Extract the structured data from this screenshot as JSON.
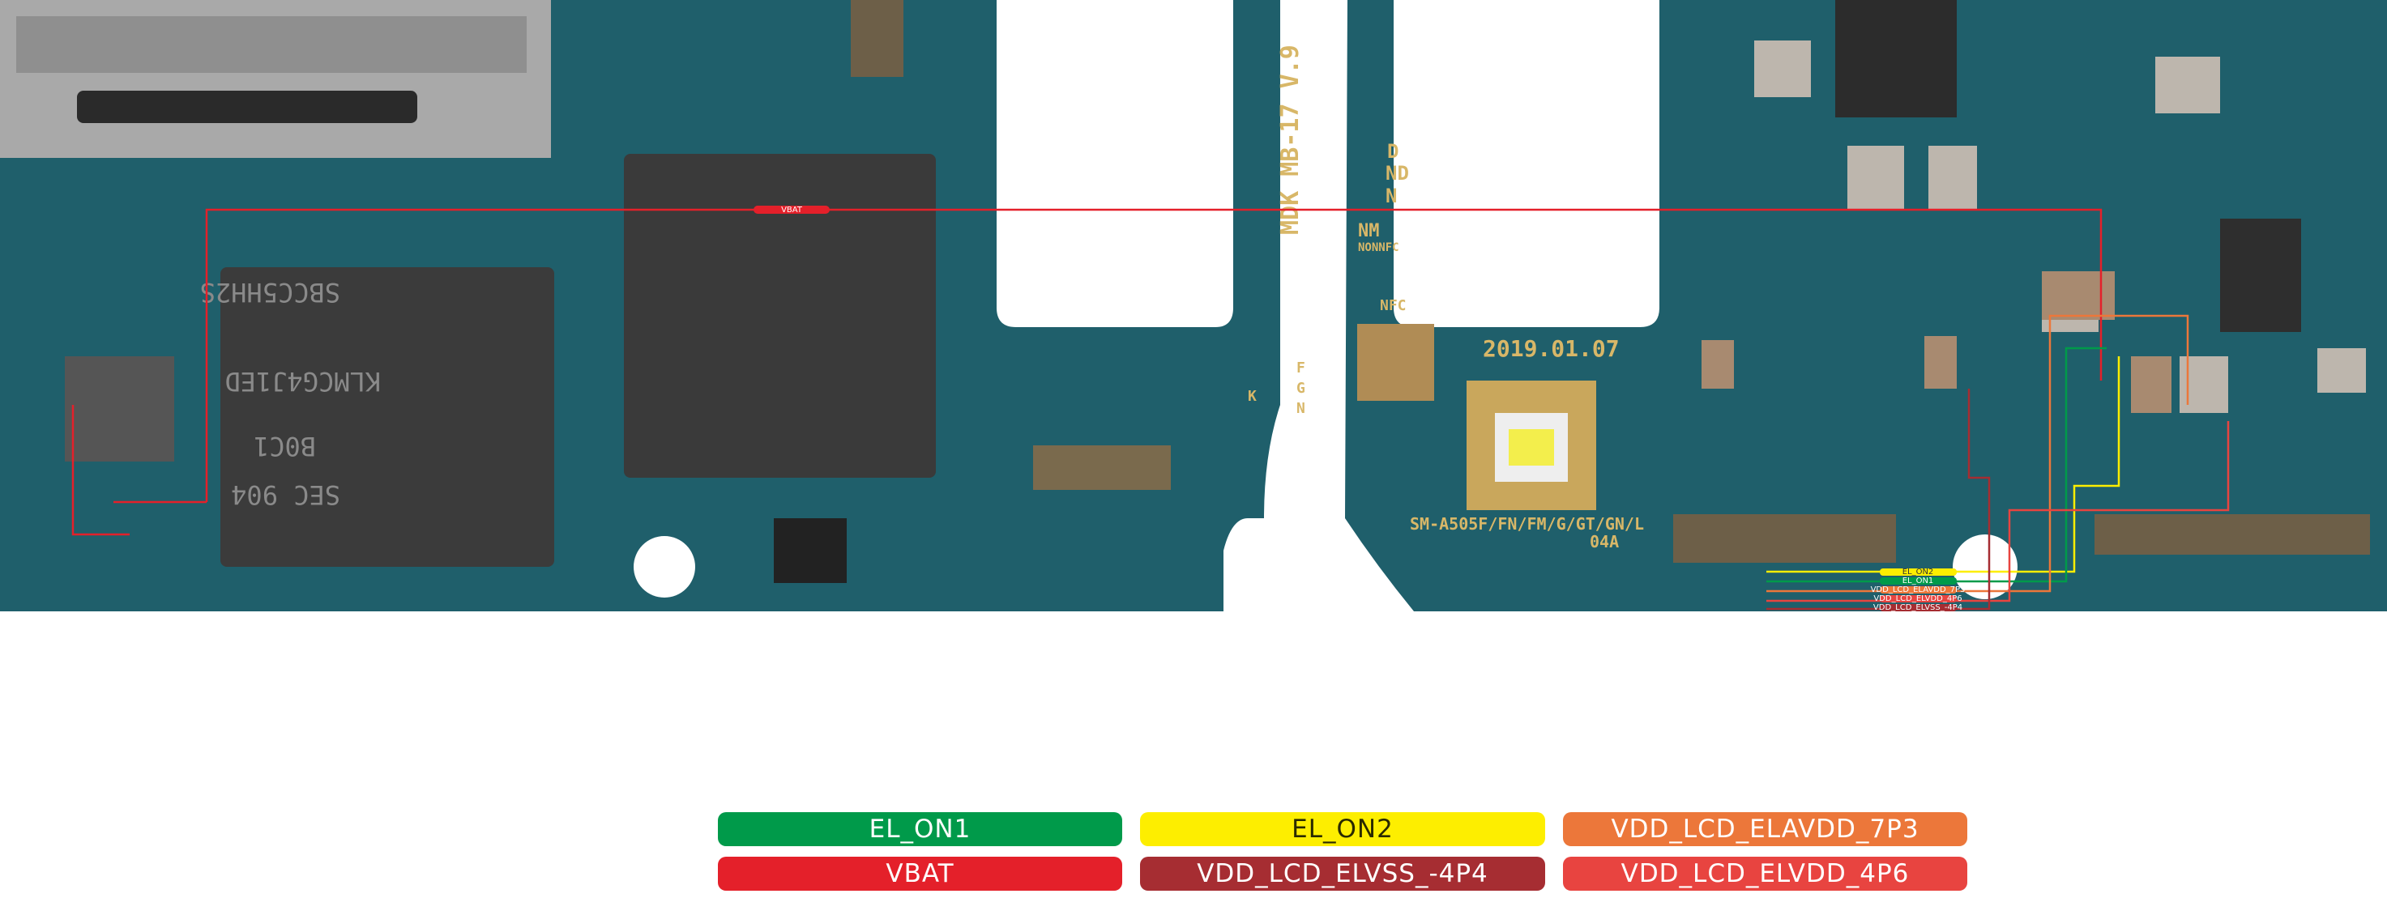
{
  "board": {
    "silkscreen": {
      "date": "2019.01.07",
      "model": "SM-A505F/FN/FM/G/GT/GN/L",
      "rev": "04A",
      "mdk": "MDK MB-17 V.9",
      "d": "D",
      "nd": "ND",
      "n": "N",
      "nm": "NM",
      "nonnfc": "NONNFC",
      "nfc": "NFC",
      "f": "F",
      "g": "G",
      "n2": "N",
      "k": "K",
      "chip_text_1": "SBCC5HH2S",
      "chip_text_2": "KLMCG4J1ED",
      "chip_text_3": "B0C1",
      "chip_text_4": "SEC 904"
    },
    "net_tags": {
      "vbat": "VBAT",
      "el_on2": "EL_ON2",
      "el_on1": "EL_ON1",
      "elavdd": "VDD_LCD_ELAVDD_7P3",
      "elvdd": "VDD_LCD_ELVDD_4P6",
      "elvss": "VDD_LCD_ELVSS_-4P4"
    }
  },
  "legend": [
    {
      "label": "EL_ON1",
      "color": "#009a4a",
      "text_color": "#ffffff"
    },
    {
      "label": "EL_ON2",
      "color": "#fdee00",
      "text_color": "#2a2a00"
    },
    {
      "label": "VDD_LCD_ELAVDD_7P3",
      "color": "#ec773a",
      "text_color": "#ffffff"
    },
    {
      "label": "VBAT",
      "color": "#e4202a",
      "text_color": "#ffffff"
    },
    {
      "label": "VDD_LCD_ELVSS_-4P4",
      "color": "#a62d32",
      "text_color": "#ffffff"
    },
    {
      "label": "VDD_LCD_ELVDD_4P6",
      "color": "#e84440",
      "text_color": "#ffffff"
    }
  ]
}
